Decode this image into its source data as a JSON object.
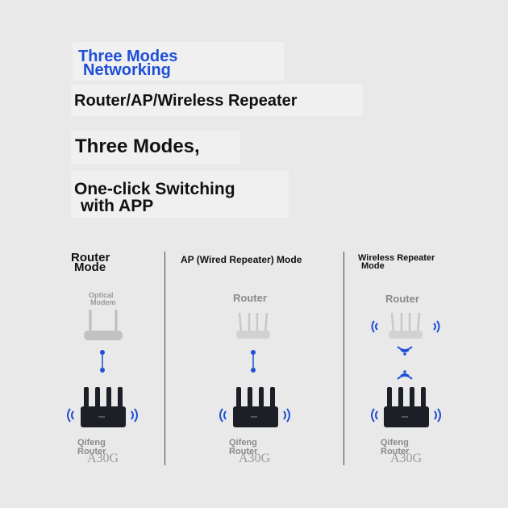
{
  "colors": {
    "accent": "#1f4fd6",
    "background": "#e9e9e9",
    "router_dark": "#1c1f26",
    "router_light": "#bdbdbd",
    "signal": "#1f4fd6"
  },
  "header": {
    "line1": "Three Modes",
    "line2": "Networking"
  },
  "headings": {
    "modes_list": "Router/AP/Wireless Repeater",
    "three_modes": "Three Modes,",
    "switching_line1": "One-click Switching",
    "switching_line2": "with APP"
  },
  "panels": [
    {
      "title_line1": "Router",
      "title_line2": "Mode",
      "upstream_line1": "Optical",
      "upstream_line2": "Modem",
      "brand_line1": "Qifeng",
      "brand_line2": "Router",
      "model": "A30G"
    },
    {
      "title_line1": "AP (Wired Repeater) Mode",
      "upstream_line1": "Router",
      "brand_line1": "Qifeng",
      "brand_line2": "Router",
      "model": "A30G"
    },
    {
      "title_line1": "Wireless Repeater",
      "title_line2": "Mode",
      "upstream_line1": "Router",
      "brand_line1": "Qifeng",
      "brand_line2": "Router",
      "model": "A30G"
    }
  ]
}
